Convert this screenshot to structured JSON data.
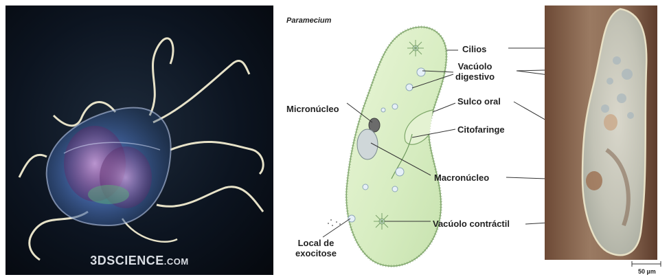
{
  "left_image": {
    "watermark_main": "3DSCIENCE",
    "watermark_suffix": ".COM"
  },
  "diagram": {
    "title": "Paramecium",
    "labels": {
      "cilios": "Cilios",
      "vacuolo_digestivo_1": "Vacúolo",
      "vacuolo_digestivo_2": "digestivo",
      "micronucleo": "Micronúcleo",
      "sulco_oral": "Sulco oral",
      "citofaringe": "Citofaringe",
      "macronucleo": "Macronúcleo",
      "local_exocitose_1": "Local de",
      "local_exocitose_2": "exocitose",
      "vacuolo_contractil": "Vacúolo contráctil"
    }
  },
  "micrograph": {
    "scale_bar": "50 µm"
  }
}
